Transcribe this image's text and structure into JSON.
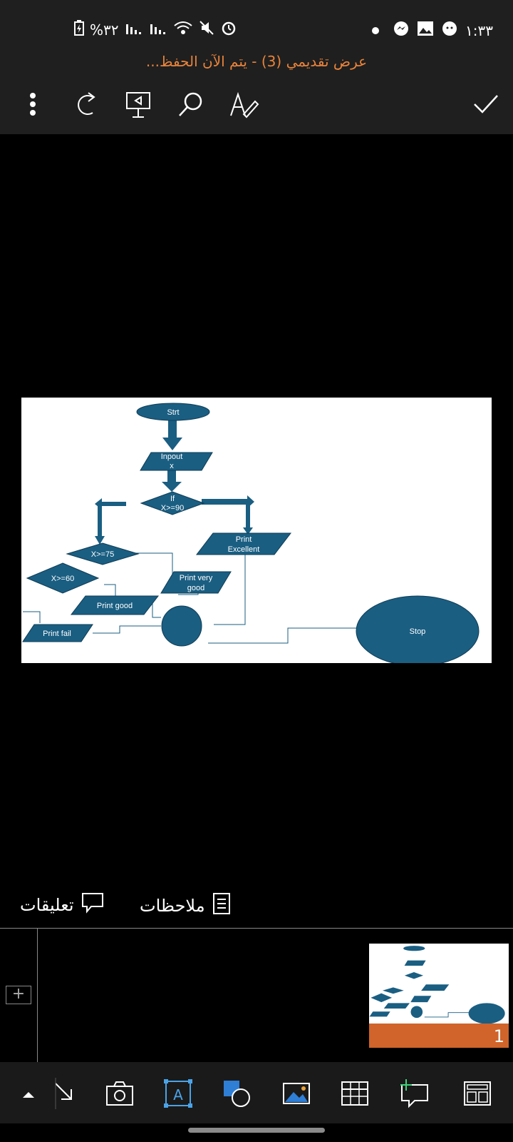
{
  "status_bar": {
    "time": "١:٣٣",
    "battery": "%٣٢"
  },
  "title": "عرض تقديمي (3) - يتم الآن الحفظ...",
  "toolbar": {
    "more": "more-icon",
    "redo": "redo-icon",
    "present": "present-icon",
    "search": "search-icon",
    "edit": "pen-icon",
    "done": "check-icon"
  },
  "slide": {
    "nodes": {
      "start": "Strt",
      "input_line1": "Inpout",
      "input_line2": "x",
      "if_line1": "If",
      "if_line2": "X>=90",
      "excellent_line1": "Print",
      "excellent_line2": "Excellent",
      "cond75": "X>=75",
      "cond60": "X>=60",
      "verygood_line1": "Print very",
      "verygood_line2": "good",
      "good": "Print  good",
      "fail": "Print fail",
      "stop": "Stop"
    }
  },
  "panel": {
    "notes": "ملاحظات",
    "comments": "تعليقات",
    "slide_number": "1"
  },
  "colors": {
    "shape": "#1a5e82",
    "accent": "#d0642a",
    "title": "#e8833a"
  }
}
